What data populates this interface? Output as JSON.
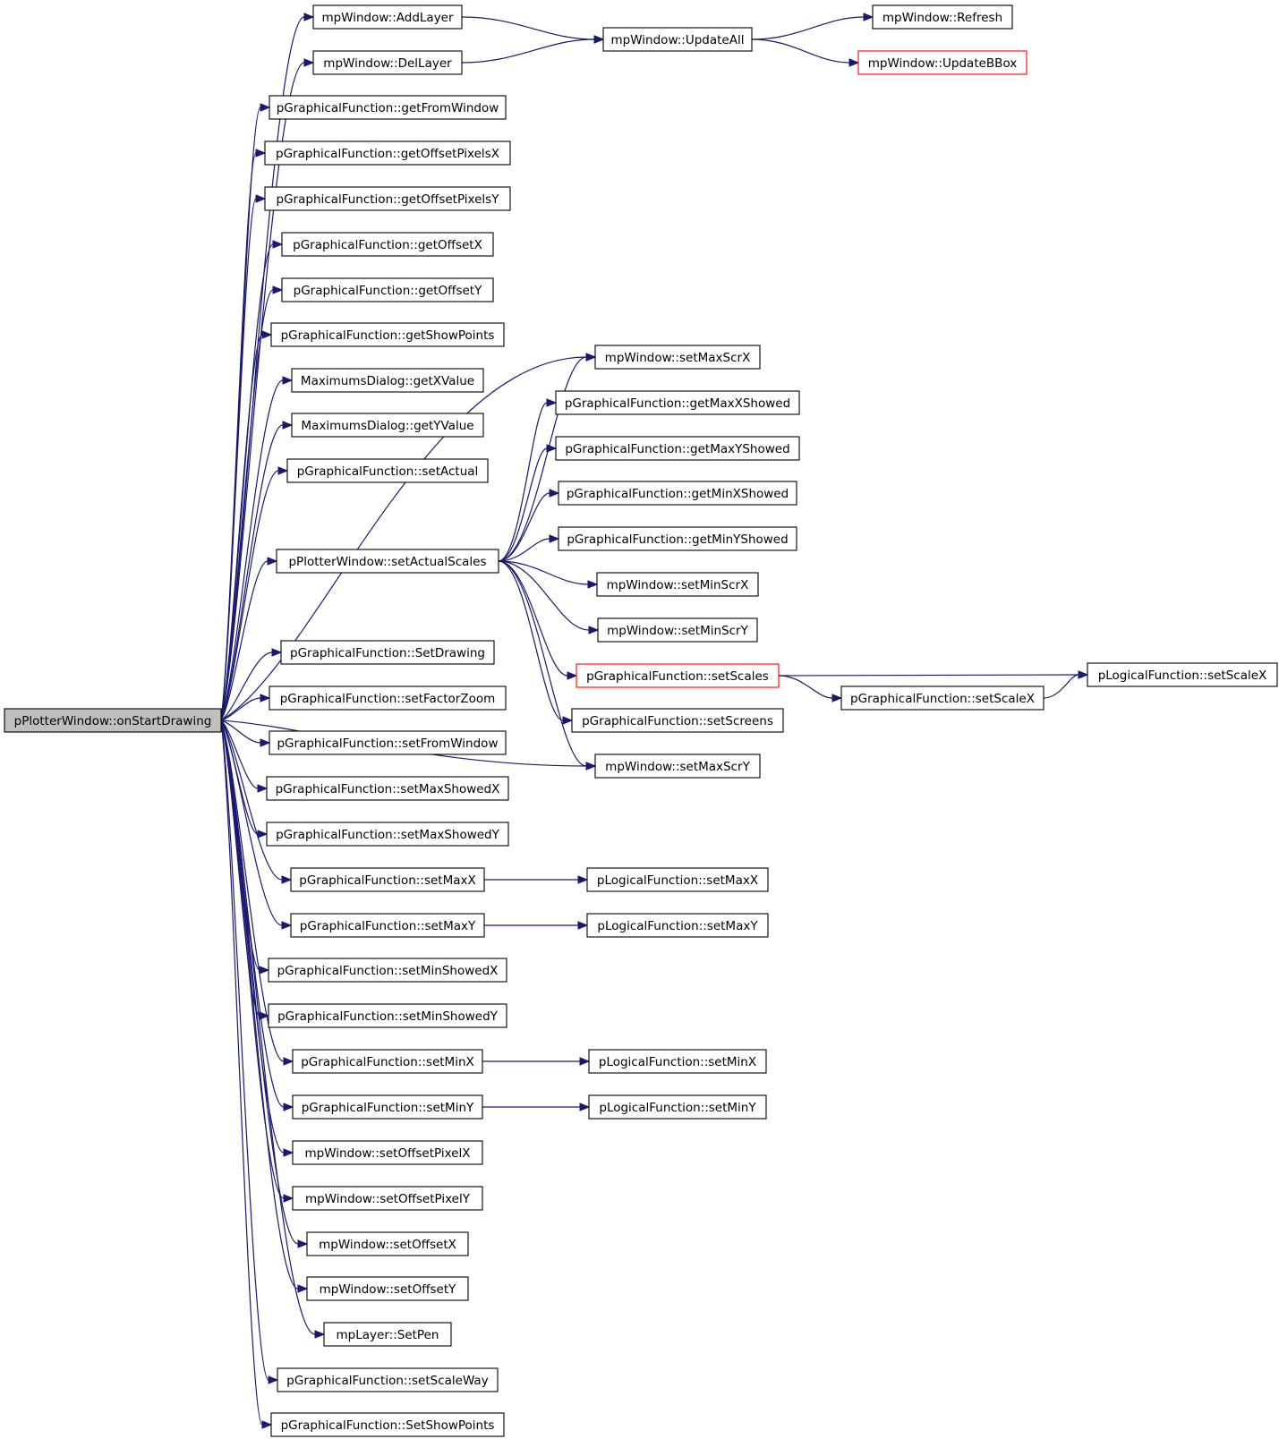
{
  "colors": {
    "edge": "#191970",
    "node_border": "#000000",
    "truncated_border": "#ff0000",
    "root_fill": "#bfbfbf"
  },
  "nodes": [
    {
      "id": "root",
      "label": "pPlotterWindow::onStartDrawing",
      "kind": "root"
    },
    {
      "id": "addlayer",
      "label": "mpWindow::AddLayer"
    },
    {
      "id": "dellayer",
      "label": "mpWindow::DelLayer"
    },
    {
      "id": "updateall",
      "label": "mpWindow::UpdateAll"
    },
    {
      "id": "refresh",
      "label": "mpWindow::Refresh"
    },
    {
      "id": "updatebbox",
      "label": "mpWindow::UpdateBBox",
      "kind": "truncated"
    },
    {
      "id": "getfromwindow",
      "label": "pGraphicalFunction::getFromWindow"
    },
    {
      "id": "getoffsetpixelsx",
      "label": "pGraphicalFunction::getOffsetPixelsX"
    },
    {
      "id": "getoffsetpixelsy",
      "label": "pGraphicalFunction::getOffsetPixelsY"
    },
    {
      "id": "getoffsetx",
      "label": "pGraphicalFunction::getOffsetX"
    },
    {
      "id": "getoffsety",
      "label": "pGraphicalFunction::getOffsetY"
    },
    {
      "id": "getshowpoints",
      "label": "pGraphicalFunction::getShowPoints"
    },
    {
      "id": "getxvalue",
      "label": "MaximumsDialog::getXValue"
    },
    {
      "id": "getyvalue",
      "label": "MaximumsDialog::getYValue"
    },
    {
      "id": "setactual",
      "label": "pGraphicalFunction::setActual"
    },
    {
      "id": "setactualscales",
      "label": "pPlotterWindow::setActualScales"
    },
    {
      "id": "setmaxscrx",
      "label": "mpWindow::setMaxScrX"
    },
    {
      "id": "getmaxxshowed",
      "label": "pGraphicalFunction::getMaxXShowed"
    },
    {
      "id": "getmaxyshowed",
      "label": "pGraphicalFunction::getMaxYShowed"
    },
    {
      "id": "getminxshowed",
      "label": "pGraphicalFunction::getMinXShowed"
    },
    {
      "id": "getminyshowed",
      "label": "pGraphicalFunction::getMinYShowed"
    },
    {
      "id": "setminscrx",
      "label": "mpWindow::setMinScrX"
    },
    {
      "id": "setminscry",
      "label": "mpWindow::setMinScrY"
    },
    {
      "id": "setscales",
      "label": "pGraphicalFunction::setScales",
      "kind": "truncated"
    },
    {
      "id": "lsetscalex",
      "label": "pLogicalFunction::setScaleX"
    },
    {
      "id": "gsetscalex",
      "label": "pGraphicalFunction::setScaleX"
    },
    {
      "id": "setscreens",
      "label": "pGraphicalFunction::setScreens"
    },
    {
      "id": "setmaxscry",
      "label": "mpWindow::setMaxScrY"
    },
    {
      "id": "setdrawing",
      "label": "pGraphicalFunction::SetDrawing"
    },
    {
      "id": "setfactorzoom",
      "label": "pGraphicalFunction::setFactorZoom"
    },
    {
      "id": "setfromwindow",
      "label": "pGraphicalFunction::setFromWindow"
    },
    {
      "id": "setmaxshowedx",
      "label": "pGraphicalFunction::setMaxShowedX"
    },
    {
      "id": "setmaxshowedy",
      "label": "pGraphicalFunction::setMaxShowedY"
    },
    {
      "id": "gsetmaxx",
      "label": "pGraphicalFunction::setMaxX"
    },
    {
      "id": "lsetmaxx",
      "label": "pLogicalFunction::setMaxX"
    },
    {
      "id": "gsetmaxy",
      "label": "pGraphicalFunction::setMaxY"
    },
    {
      "id": "lsetmaxy",
      "label": "pLogicalFunction::setMaxY"
    },
    {
      "id": "setminshowedx",
      "label": "pGraphicalFunction::setMinShowedX"
    },
    {
      "id": "setminshowedy",
      "label": "pGraphicalFunction::setMinShowedY"
    },
    {
      "id": "gsetminx",
      "label": "pGraphicalFunction::setMinX"
    },
    {
      "id": "lsetminx",
      "label": "pLogicalFunction::setMinX"
    },
    {
      "id": "gsetminy",
      "label": "pGraphicalFunction::setMinY"
    },
    {
      "id": "lsetminy",
      "label": "pLogicalFunction::setMinY"
    },
    {
      "id": "setoffsetpixelx",
      "label": "mpWindow::setOffsetPixelX"
    },
    {
      "id": "setoffsetpixely",
      "label": "mpWindow::setOffsetPixelY"
    },
    {
      "id": "setoffsetx",
      "label": "mpWindow::setOffsetX"
    },
    {
      "id": "setoffsety",
      "label": "mpWindow::setOffsetY"
    },
    {
      "id": "setpen",
      "label": "mpLayer::SetPen"
    },
    {
      "id": "setscaleway",
      "label": "pGraphicalFunction::setScaleWay"
    },
    {
      "id": "setshowpoints",
      "label": "pGraphicalFunction::SetShowPoints"
    }
  ],
  "edges": [
    [
      "root",
      "addlayer"
    ],
    [
      "root",
      "dellayer"
    ],
    [
      "root",
      "getfromwindow"
    ],
    [
      "root",
      "getoffsetpixelsx"
    ],
    [
      "root",
      "getoffsetpixelsy"
    ],
    [
      "root",
      "getoffsetx"
    ],
    [
      "root",
      "getoffsety"
    ],
    [
      "root",
      "getshowpoints"
    ],
    [
      "root",
      "getxvalue"
    ],
    [
      "root",
      "getyvalue"
    ],
    [
      "root",
      "setactual"
    ],
    [
      "root",
      "setactualscales"
    ],
    [
      "root",
      "setmaxscrx"
    ],
    [
      "root",
      "setmaxscry"
    ],
    [
      "root",
      "setdrawing"
    ],
    [
      "root",
      "setfactorzoom"
    ],
    [
      "root",
      "setfromwindow"
    ],
    [
      "root",
      "setmaxshowedx"
    ],
    [
      "root",
      "setmaxshowedy"
    ],
    [
      "root",
      "gsetmaxx"
    ],
    [
      "root",
      "gsetmaxy"
    ],
    [
      "root",
      "setminshowedx"
    ],
    [
      "root",
      "setminshowedy"
    ],
    [
      "root",
      "gsetminx"
    ],
    [
      "root",
      "gsetminy"
    ],
    [
      "root",
      "setoffsetpixelx"
    ],
    [
      "root",
      "setoffsetpixely"
    ],
    [
      "root",
      "setoffsetx"
    ],
    [
      "root",
      "setoffsety"
    ],
    [
      "root",
      "setpen"
    ],
    [
      "root",
      "setscaleway"
    ],
    [
      "root",
      "setshowpoints"
    ],
    [
      "addlayer",
      "updateall"
    ],
    [
      "dellayer",
      "updateall"
    ],
    [
      "updateall",
      "refresh"
    ],
    [
      "updateall",
      "updatebbox"
    ],
    [
      "setactualscales",
      "setmaxscrx"
    ],
    [
      "setactualscales",
      "getmaxxshowed"
    ],
    [
      "setactualscales",
      "getmaxyshowed"
    ],
    [
      "setactualscales",
      "getminxshowed"
    ],
    [
      "setactualscales",
      "getminyshowed"
    ],
    [
      "setactualscales",
      "setminscrx"
    ],
    [
      "setactualscales",
      "setminscry"
    ],
    [
      "setactualscales",
      "setscales"
    ],
    [
      "setactualscales",
      "setscreens"
    ],
    [
      "setactualscales",
      "setmaxscry"
    ],
    [
      "setscales",
      "lsetscalex"
    ],
    [
      "setscales",
      "gsetscalex"
    ],
    [
      "gsetscalex",
      "lsetscalex"
    ],
    [
      "gsetmaxx",
      "lsetmaxx"
    ],
    [
      "gsetmaxy",
      "lsetmaxy"
    ],
    [
      "gsetminx",
      "lsetminx"
    ],
    [
      "gsetminy",
      "lsetminy"
    ]
  ]
}
